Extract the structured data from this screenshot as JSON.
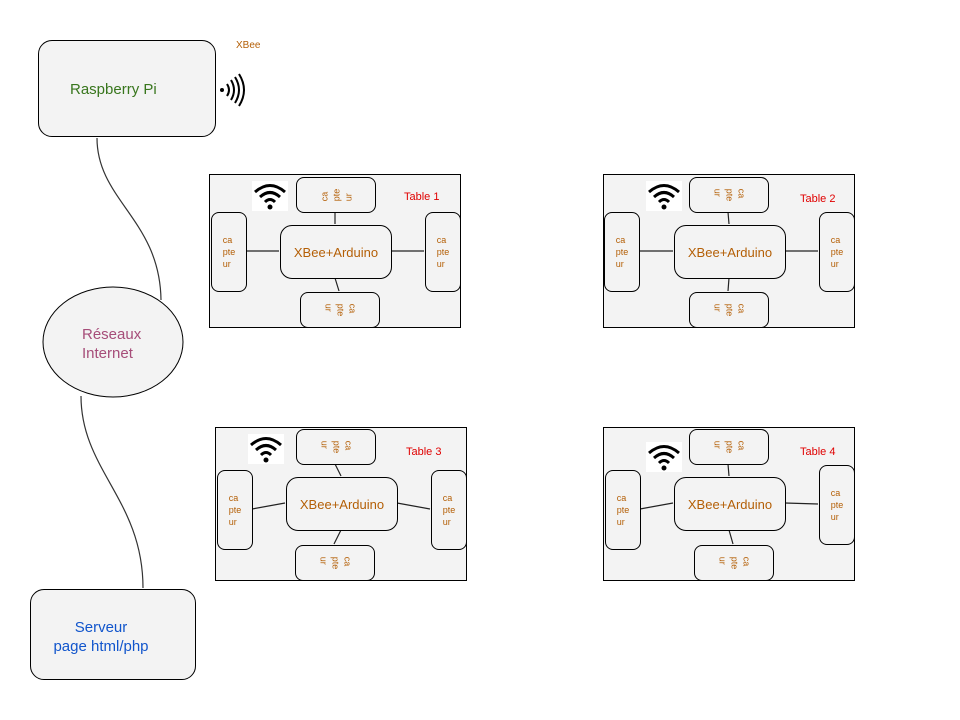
{
  "raspberry": {
    "label": "Raspberry Pi",
    "xbee_label": "XBee"
  },
  "network": {
    "line1": "Réseaux",
    "line2": "Internet"
  },
  "server": {
    "line1": "Serveur",
    "line2": "page html/php"
  },
  "sensor_text": "ca\npte\nur",
  "hub_label": "XBee+Arduino",
  "tables": [
    {
      "label": "Table 1"
    },
    {
      "label": "Table 2"
    },
    {
      "label": "Table 3"
    },
    {
      "label": "Table 4"
    }
  ],
  "colors": {
    "raspberry": "#38761d",
    "network": "#a64d79",
    "server": "#1155cc",
    "arduino": "#b45f06",
    "table_label": "#e00000",
    "fill": "#f3f3f3"
  }
}
